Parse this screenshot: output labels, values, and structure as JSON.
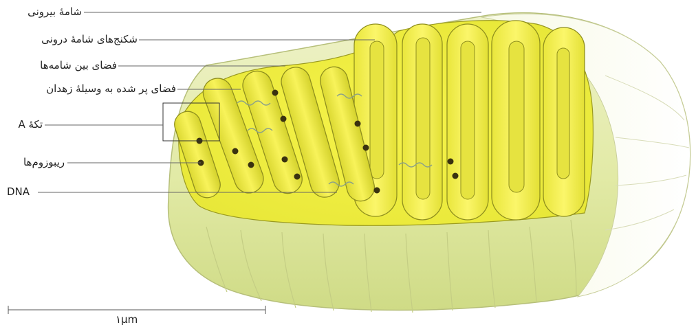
{
  "labels": {
    "outer_membrane": "شامهٔ بیرونی",
    "inner_membrane_cristae": "شکنج‌های شامهٔ درونی",
    "intermembrane_space": "فضای بین شامه‌ها",
    "matrix_space": "فضای پر شده به وسیلهٔ زهدان",
    "section_a": "تکهٔ A",
    "ribosomes": "ریبوزوم‌ها",
    "dna": "DNA"
  },
  "scale_bar": {
    "label": "۱μm"
  }
}
